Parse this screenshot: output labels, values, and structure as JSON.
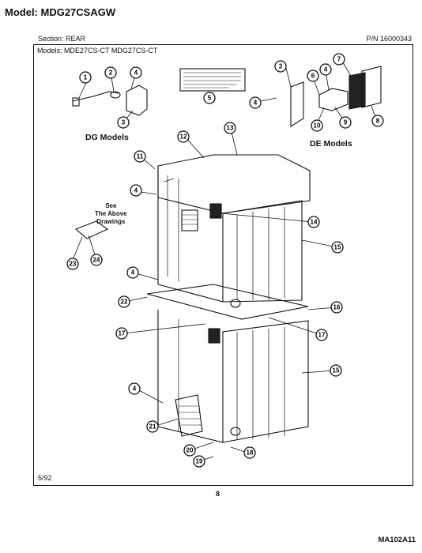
{
  "header": {
    "title": "Model: MDG27CSAGW"
  },
  "section": {
    "label": "Section:  REAR",
    "part_number": "P/N  16000343"
  },
  "models": {
    "label": "Models:   MDE27CS-CT   MDG27CS-CT"
  },
  "groups": {
    "dg": "DG Models",
    "de": "DE Models",
    "see_above": "See\nThe Above\nDrawings"
  },
  "footer": {
    "date": "5/92",
    "page": "8",
    "code": "MA102A11"
  },
  "callouts": [
    "1",
    "2",
    "4",
    "3",
    "5",
    "3",
    "4",
    "6",
    "7",
    "4",
    "10",
    "9",
    "8",
    "12",
    "13",
    "11",
    "4",
    "14",
    "15",
    "4",
    "23",
    "24",
    "22",
    "16",
    "17",
    "17",
    "15",
    "4",
    "21",
    "20",
    "18",
    "19"
  ]
}
